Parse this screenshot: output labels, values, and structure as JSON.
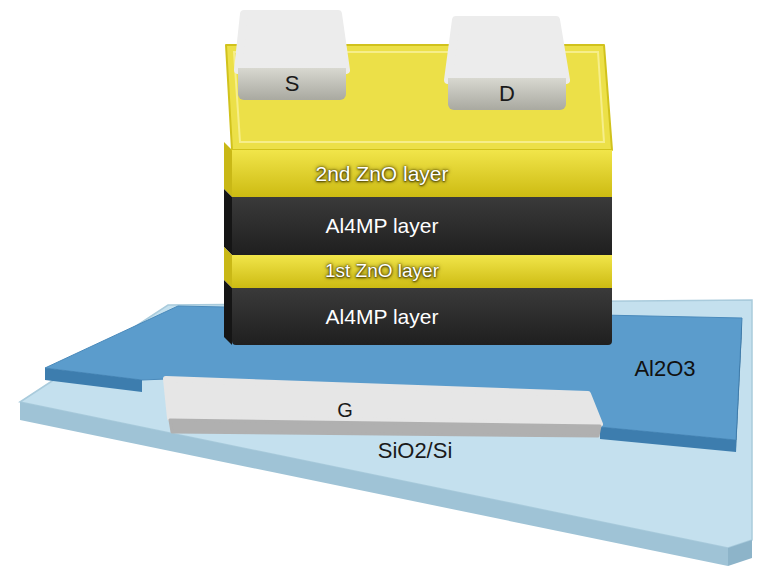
{
  "diagram": {
    "nodes": [
      {
        "text": [
          "S"
        ]
      },
      {
        "text": [
          "D"
        ]
      },
      {
        "text": [
          "2nd ZnO layer"
        ]
      },
      {
        "text": [
          "Al4MP layer"
        ]
      },
      {
        "text": [
          "1st ZnO layer"
        ]
      },
      {
        "text": [
          "Al4MP layer"
        ]
      },
      {
        "text": [
          "Al2O3"
        ]
      },
      {
        "text": [
          "G"
        ]
      },
      {
        "text": [
          "SiO2/Si"
        ]
      }
    ]
  }
}
